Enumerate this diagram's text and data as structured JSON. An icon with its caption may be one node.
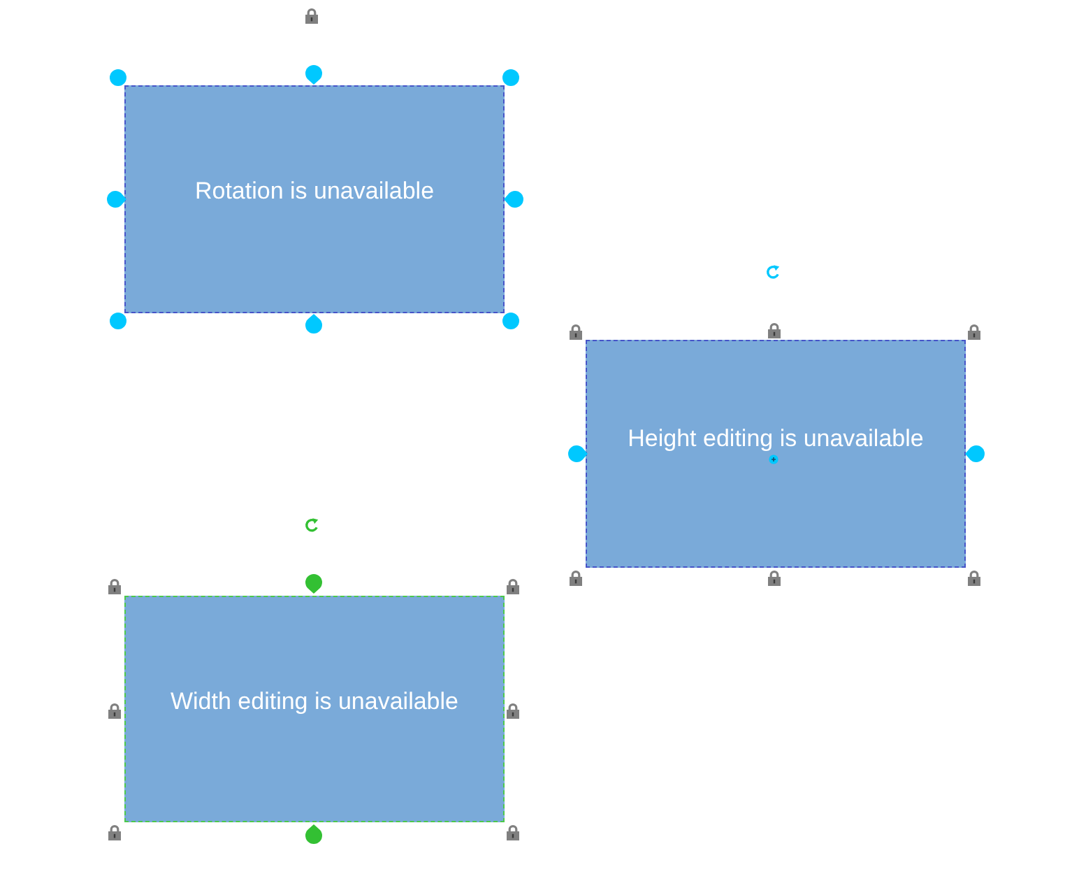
{
  "diagram": {
    "nodes": [
      {
        "text": [
          "Rotation is unavailable"
        ]
      },
      {
        "text": [
          "Height editing is unavailable"
        ]
      },
      {
        "text": [
          "Width editing is unavailable"
        ]
      }
    ]
  }
}
